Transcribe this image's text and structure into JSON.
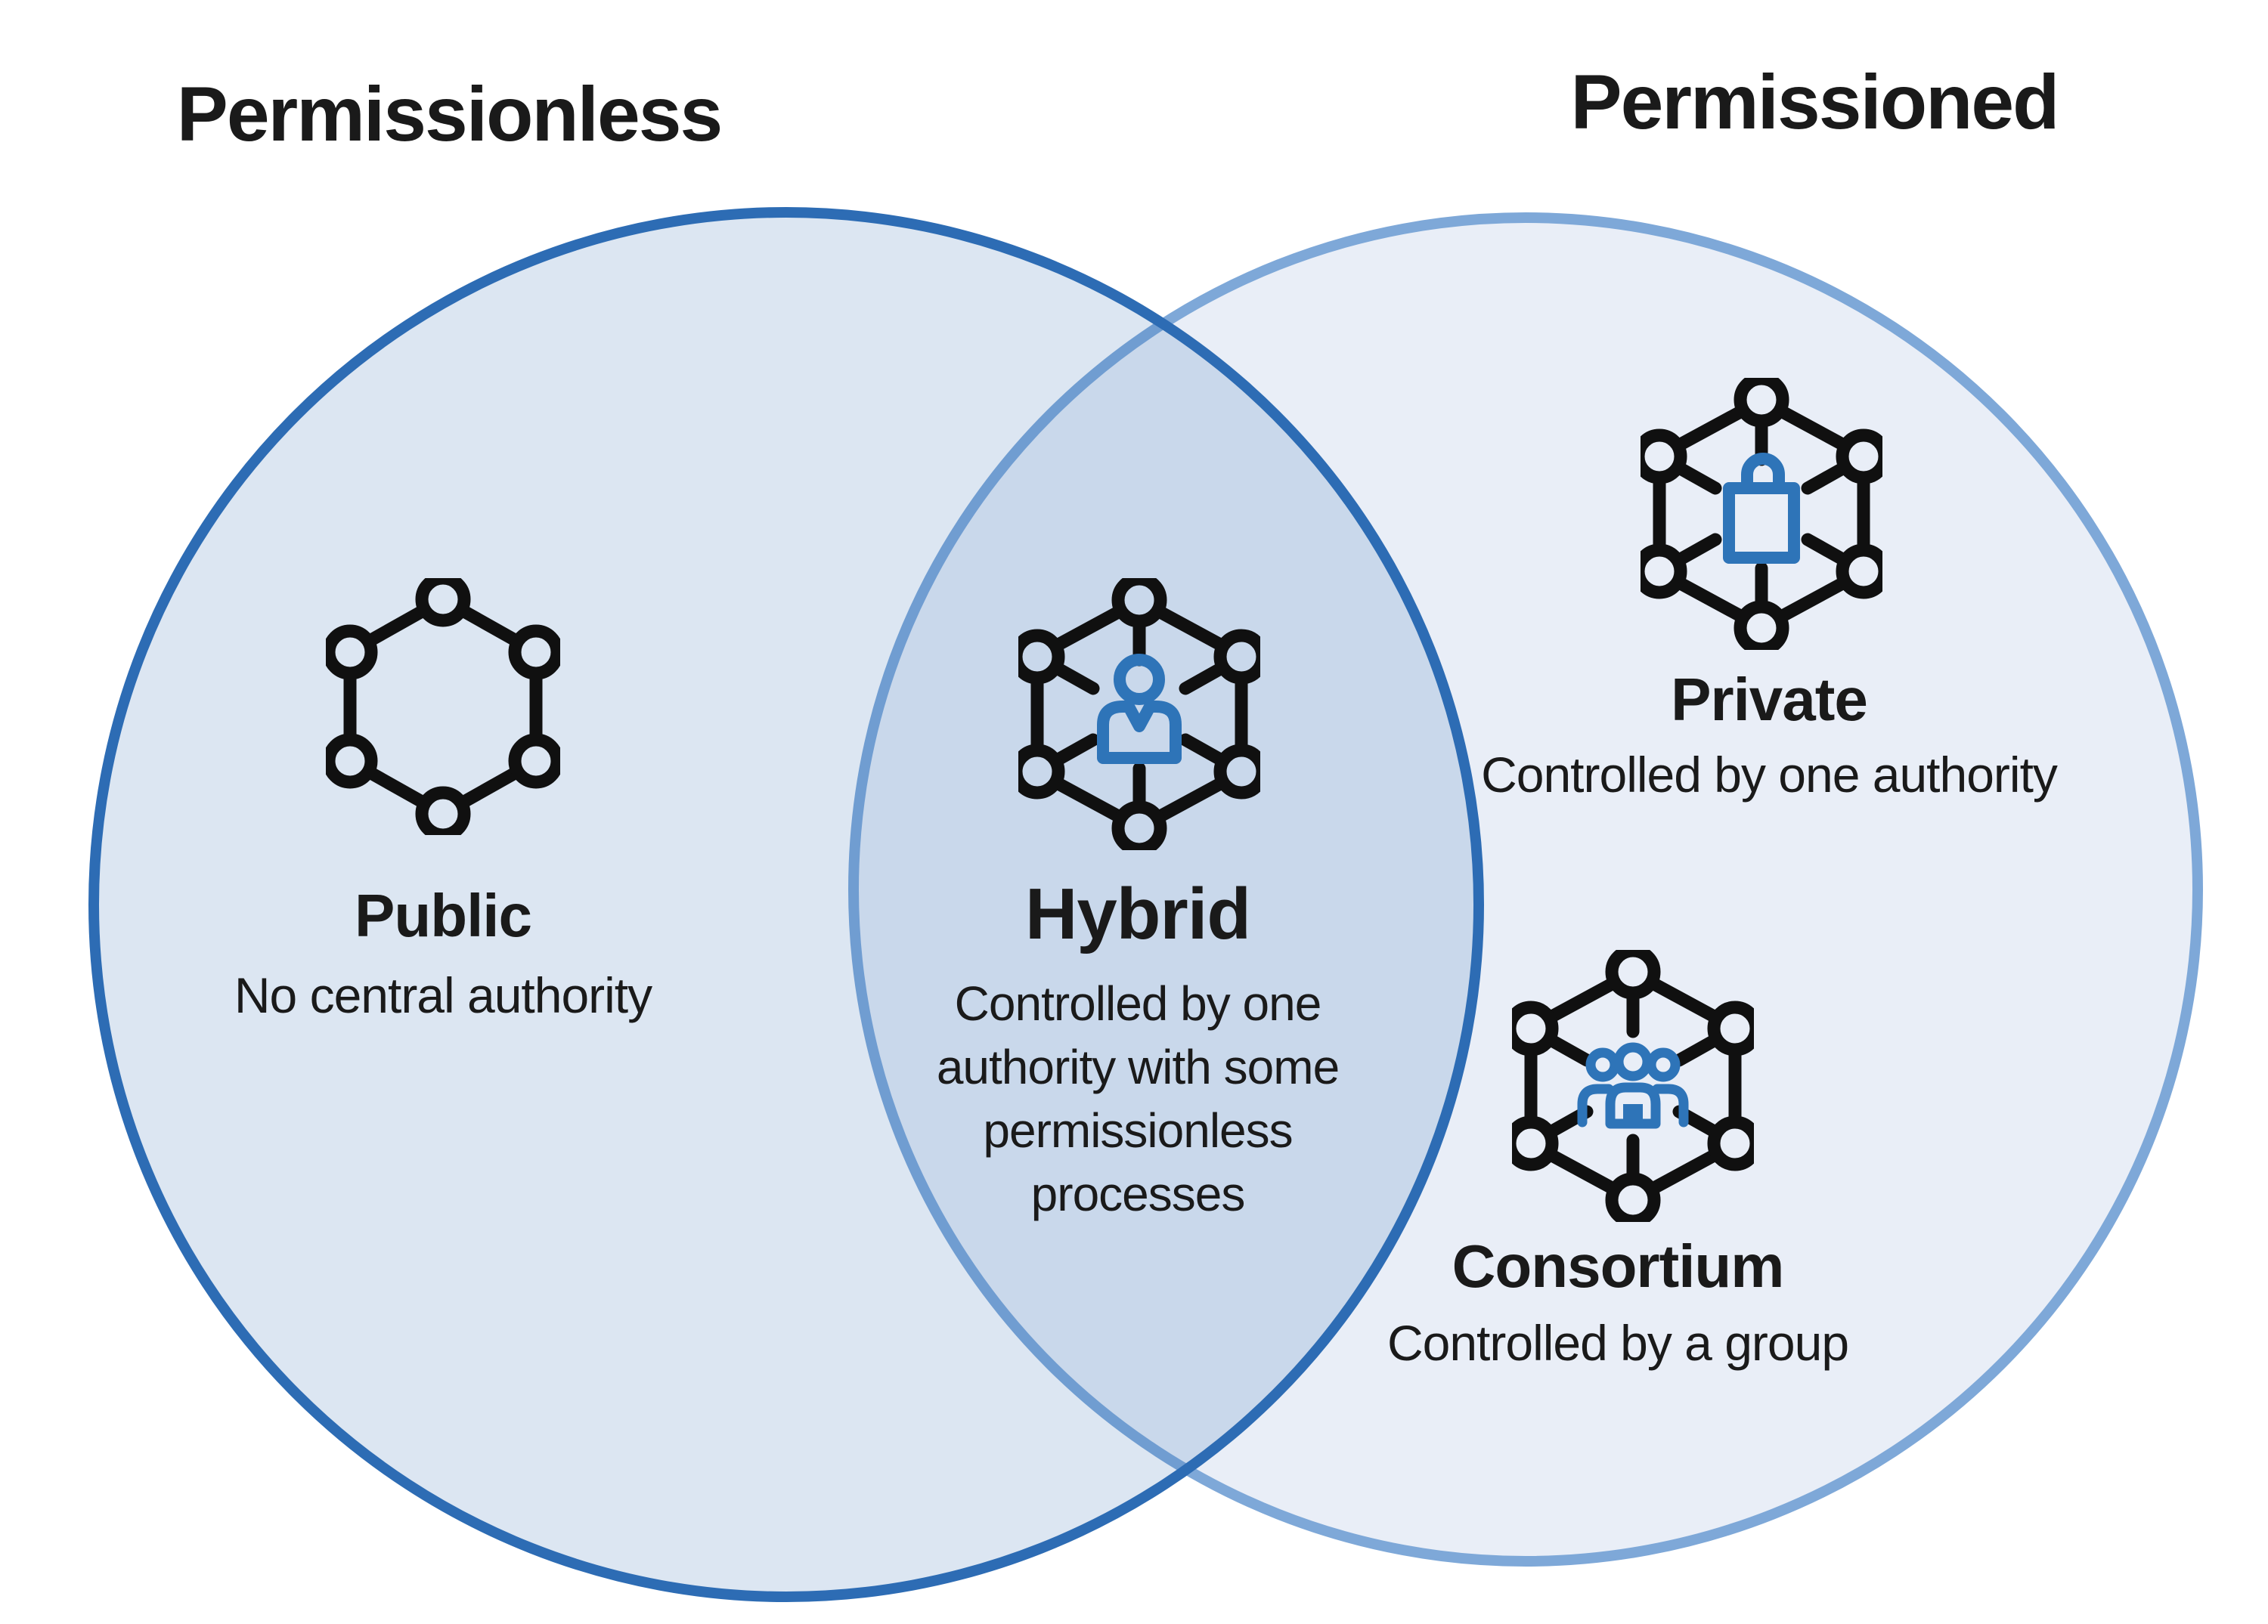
{
  "diagram": {
    "left_title": "Permissionless",
    "right_title": "Permissioned",
    "clusters": {
      "public": {
        "label": "Public",
        "subtitle": "No central authority",
        "icon": "network-hexagon-icon"
      },
      "hybrid": {
        "label": "Hybrid",
        "subtitle_lines": [
          "Controlled by one",
          "authority with some",
          "permissionless",
          "processes"
        ],
        "icon": "network-person-icon"
      },
      "private": {
        "label": "Private",
        "subtitle": "Controlled by one authority",
        "icon": "network-lock-icon"
      },
      "consortium": {
        "label": "Consortium",
        "subtitle": "Controlled by a group",
        "icon": "network-group-icon"
      }
    },
    "colors": {
      "left_circle_stroke": "#2d6cb4",
      "left_circle_fill": "rgba(45,108,180,0.17)",
      "right_circle_stroke": "#7ea8d8",
      "right_circle_fill": "#e9eef7",
      "icon_black": "#101010",
      "icon_blue": "#2e74b8",
      "text": "#1a1a1a"
    }
  }
}
